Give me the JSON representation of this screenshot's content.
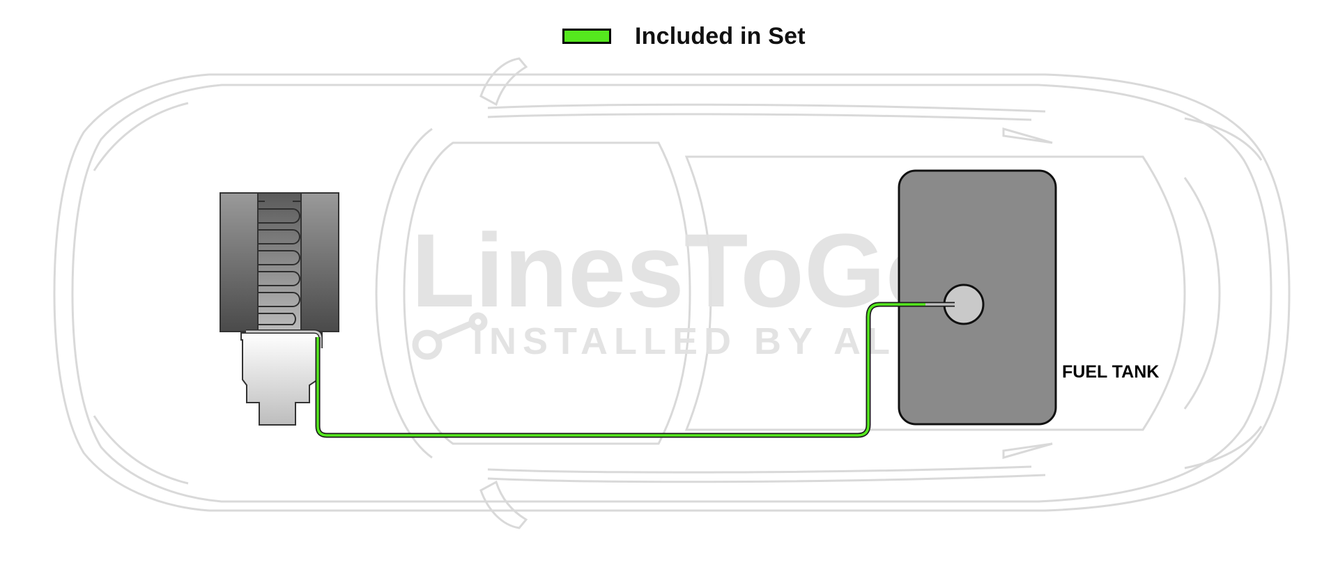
{
  "legend": {
    "label": "Included in Set",
    "swatch_color": "#55e81e"
  },
  "watermark": {
    "brand": "LinesToGo",
    "tagline": "INSTALLED BY ALL"
  },
  "labels": {
    "fuel_tank": "FUEL TANK"
  },
  "colors": {
    "included_line": "#55e81e",
    "car_outline": "#d9d9d9",
    "engine": "#6a6a6a",
    "fuel_tank": "#8a8a8a",
    "watermark": "#e2e2e2"
  },
  "icons": {
    "watermark_logo": "wrench-icon"
  }
}
